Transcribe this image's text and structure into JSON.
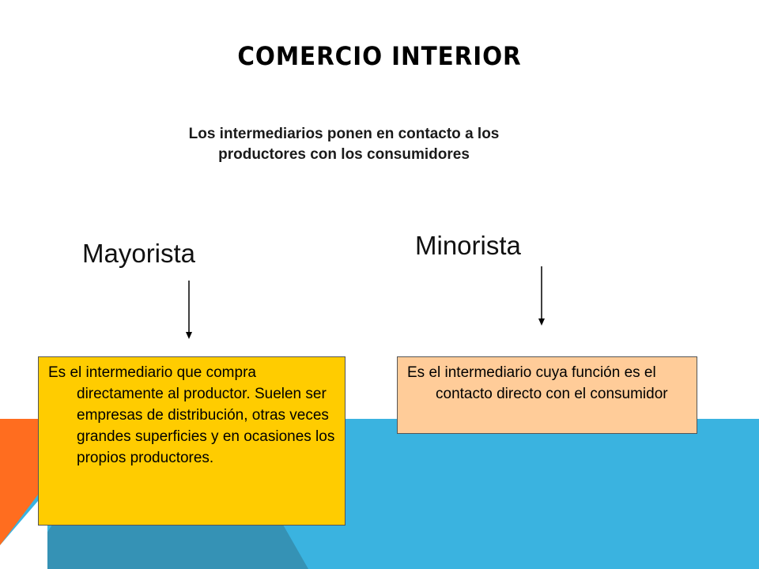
{
  "slide": {
    "title": "COMERCIO INTERIOR",
    "subtitle": "Los intermediarios ponen en contacto a los productores con los consumidores"
  },
  "mayorista": {
    "heading": "Mayorista",
    "description": "Es el intermediario que compra directamente al productor. Suelen ser empresas de distribución, otras veces grandes superficies y en ocasiones los propios productores."
  },
  "minorista": {
    "heading": "Minorista",
    "description": "Es el intermediario cuya función es el contacto directo con el consumidor"
  },
  "colors": {
    "orange_accent": "#ff6d1f",
    "blue_accent": "#3ab3e0",
    "dark_blue_accent": "#3592b5",
    "mayorista_box": "#ffcc00",
    "minorista_box": "#ffcc99"
  }
}
